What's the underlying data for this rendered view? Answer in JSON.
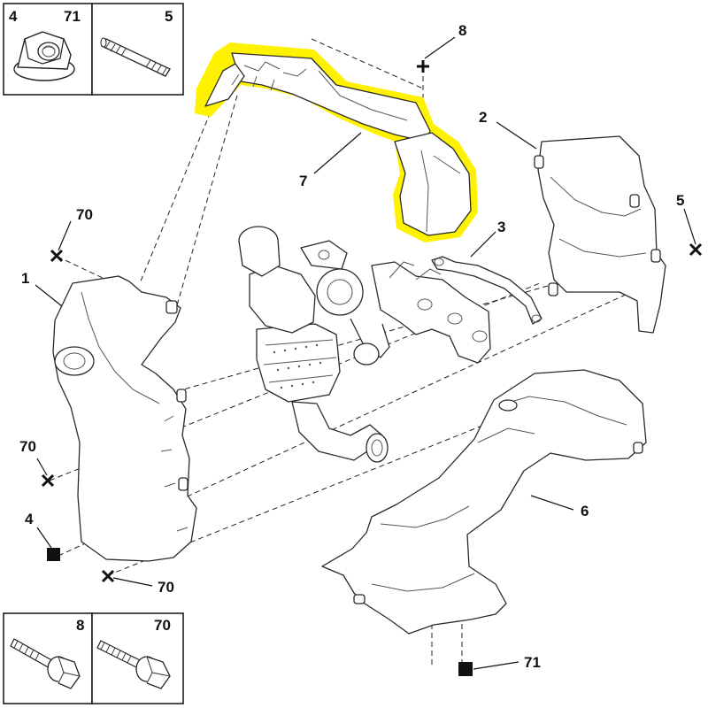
{
  "colors": {
    "highlight": "#fff200",
    "ink": "#111111"
  },
  "callouts": {
    "c1": "1",
    "c2": "2",
    "c3": "3",
    "c4": "4",
    "c5": "5",
    "c6": "6",
    "c7": "7",
    "c8": "8",
    "c70a": "70",
    "c70b": "70",
    "c70c": "70",
    "c71": "71"
  },
  "hardware_boxes": {
    "nut": {
      "labels": [
        "4",
        "71"
      ],
      "icon": "flange-nut-icon"
    },
    "stud": {
      "labels": [
        "5"
      ],
      "icon": "stud-icon"
    },
    "bolt8": {
      "labels": [
        "8"
      ],
      "icon": "flange-bolt-icon"
    },
    "bolt70": {
      "labels": [
        "70"
      ],
      "icon": "flange-bolt-icon"
    }
  },
  "highlighted_part": "7"
}
